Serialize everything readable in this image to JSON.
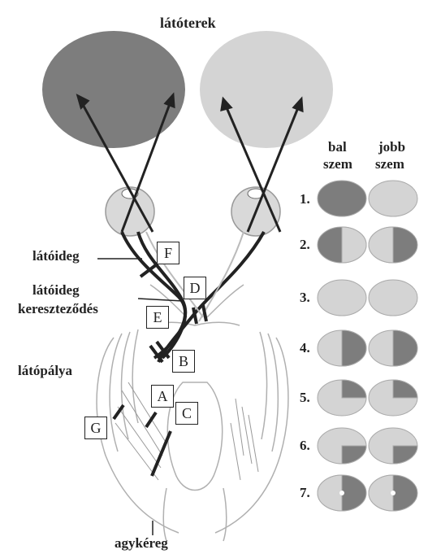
{
  "title": "látóterek",
  "labels": {
    "optic_nerve": "látóideg",
    "chiasm_line1": "látóideg",
    "chiasm_line2": "kereszteződés",
    "optic_tract": "látópálya",
    "cortex": "agykéreg"
  },
  "columns": {
    "left_line1": "bal",
    "left_line2": "szem",
    "right_line1": "jobb",
    "right_line2": "szem"
  },
  "letter_boxes": [
    "F",
    "D",
    "E",
    "B",
    "A",
    "C",
    "G"
  ],
  "rows": [
    "1.",
    "2.",
    "3.",
    "4.",
    "5.",
    "6.",
    "7."
  ],
  "colors": {
    "dark": "#7d7d7d",
    "light": "#d4d4d4",
    "line": "#222222",
    "brain_stroke": "#b0b0b0"
  }
}
